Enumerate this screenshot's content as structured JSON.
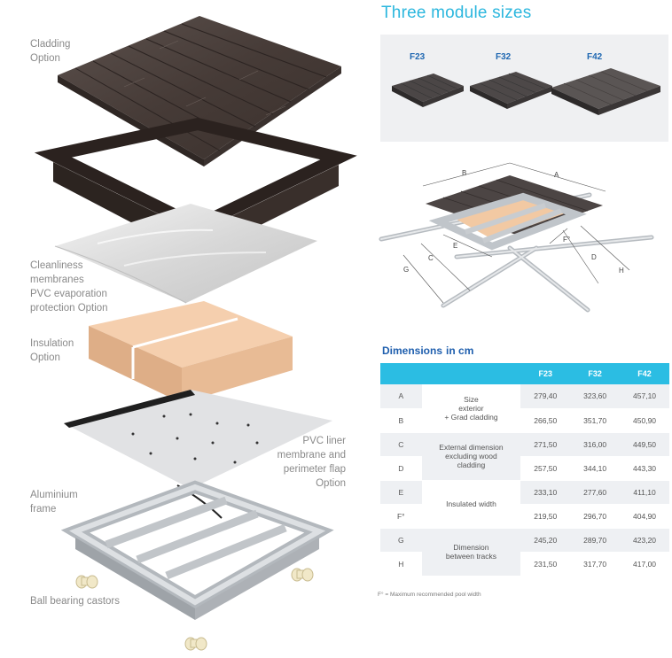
{
  "exploded_labels": {
    "cladding": [
      "Cladding",
      "Option"
    ],
    "membranes": [
      "Cleanliness",
      "membranes",
      "PVC evaporation",
      "protection Option"
    ],
    "insulation": [
      "Insulation",
      "Option"
    ],
    "liner": [
      "PVC liner",
      "membrane and",
      "perimeter flap",
      "Option"
    ],
    "frame": [
      "Aluminium",
      "frame"
    ],
    "castors": "Ball bearing castors"
  },
  "modules": {
    "title": "Three module sizes",
    "sizes": [
      "F23",
      "F32",
      "F42"
    ]
  },
  "diagram_labels": {
    "a": "A",
    "b": "B",
    "c": "C",
    "d": "D",
    "e": "E",
    "f": "F°",
    "g": "G",
    "h": "H"
  },
  "dimensions": {
    "title": "Dimensions",
    "unit": "in cm",
    "columns": [
      "F23",
      "F32",
      "F42"
    ],
    "groups": [
      {
        "description": [
          "Size",
          "exterior",
          "+ Grad cladding"
        ],
        "rows": [
          {
            "letter": "A",
            "values": [
              "279,40",
              "323,60",
              "457,10"
            ]
          },
          {
            "letter": "B",
            "values": [
              "266,50",
              "351,70",
              "450,90"
            ]
          }
        ]
      },
      {
        "description": [
          "External dimension",
          "excluding wood",
          "cladding"
        ],
        "rows": [
          {
            "letter": "C",
            "values": [
              "271,50",
              "316,00",
              "449,50"
            ]
          },
          {
            "letter": "D",
            "values": [
              "257,50",
              "344,10",
              "443,30"
            ]
          }
        ]
      },
      {
        "description": [
          "Insulated width"
        ],
        "rows": [
          {
            "letter": "E",
            "values": [
              "233,10",
              "277,60",
              "411,10"
            ]
          },
          {
            "letter": "F°",
            "values": [
              "219,50",
              "296,70",
              "404,90"
            ]
          }
        ]
      },
      {
        "description": [
          "Dimension",
          "between tracks"
        ],
        "rows": [
          {
            "letter": "G",
            "values": [
              "245,20",
              "289,70",
              "423,20"
            ]
          },
          {
            "letter": "H",
            "values": [
              "231,50",
              "317,70",
              "417,00"
            ]
          }
        ]
      }
    ],
    "footnote": "F° = Maximum recommended pool width"
  }
}
